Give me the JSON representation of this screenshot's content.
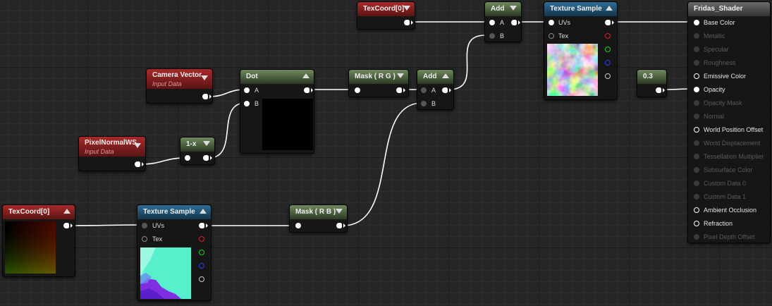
{
  "nodes": {
    "texcoord_top": {
      "title": "TexCoord[0]",
      "color": "#8c2020"
    },
    "add_top": {
      "title": "Add",
      "pin_a": "A",
      "pin_b": "B"
    },
    "texture_top": {
      "title": "Texture Sample",
      "pin_uvs": "UVs",
      "pin_tex": "Tex"
    },
    "camera_vector": {
      "title": "Camera Vector",
      "subtitle": "Input Data"
    },
    "dot": {
      "title": "Dot",
      "pin_a": "A",
      "pin_b": "B"
    },
    "mask_rg": {
      "title": "Mask ( R G )"
    },
    "add_mid": {
      "title": "Add",
      "pin_a": "A",
      "pin_b": "B"
    },
    "constant": {
      "title": "0.3"
    },
    "pixel_normal": {
      "title": "PixelNormalWS",
      "subtitle": "Input Data"
    },
    "one_minus": {
      "title": "1-x"
    },
    "texcoord_bottom": {
      "title": "TexCoord[0]"
    },
    "texture_bottom": {
      "title": "Texture Sample",
      "pin_uvs": "UVs",
      "pin_tex": "Tex"
    },
    "mask_rb": {
      "title": "Mask ( R B )"
    }
  },
  "material": {
    "title": "Fridas_Shader",
    "inputs": [
      {
        "label": "Base Color",
        "state": "connected"
      },
      {
        "label": "Metallic",
        "state": "disabled"
      },
      {
        "label": "Specular",
        "state": "disabled"
      },
      {
        "label": "Roughness",
        "state": "disabled"
      },
      {
        "label": "Emissive Color",
        "state": "open"
      },
      {
        "label": "Opacity",
        "state": "connected"
      },
      {
        "label": "Opacity Mask",
        "state": "disabled"
      },
      {
        "label": "Normal",
        "state": "disabled"
      },
      {
        "label": "World Position Offset",
        "state": "open"
      },
      {
        "label": "World Displacement",
        "state": "disabled"
      },
      {
        "label": "Tessellation Multiplier",
        "state": "disabled"
      },
      {
        "label": "Subsurface Color",
        "state": "disabled"
      },
      {
        "label": "Custom Data 0",
        "state": "disabled"
      },
      {
        "label": "Custom Data 1",
        "state": "disabled"
      },
      {
        "label": "Ambient Occlusion",
        "state": "open"
      },
      {
        "label": "Refraction",
        "state": "open"
      },
      {
        "label": "Pixel Depth Offset",
        "state": "disabled"
      }
    ]
  },
  "colors": {
    "input_header": "#a82a2a",
    "math_header": "#6f8a5e",
    "texture_header": "#2e6d96",
    "wire": "#ffffff",
    "background": "#262626"
  }
}
